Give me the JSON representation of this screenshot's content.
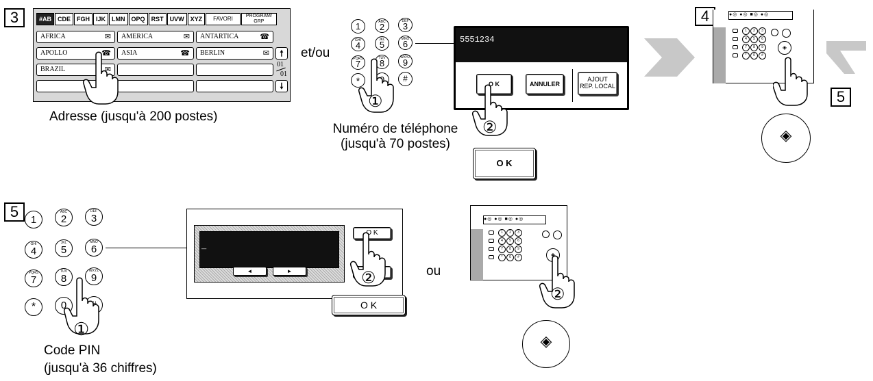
{
  "steps": {
    "s3": "3",
    "s4": "4",
    "s5a": "5",
    "s5b": "5"
  },
  "address_panel": {
    "tabs": [
      "#AB",
      "CDE",
      "FGH",
      "IJK",
      "LMN",
      "OPQ",
      "RST",
      "UVW",
      "XYZ",
      "FAVORI",
      "PROGRAM/\nGRP"
    ],
    "entries": [
      {
        "label": "AFRICA",
        "icon": "mail-icon"
      },
      {
        "label": "AMERICA",
        "icon": "mail-icon"
      },
      {
        "label": "ANTARTICA",
        "icon": "phone-icon"
      },
      {
        "label": "APOLLO",
        "icon": "phone-icon"
      },
      {
        "label": "ASIA",
        "icon": "phone-icon"
      },
      {
        "label": "BERLIN",
        "icon": "mail-icon"
      },
      {
        "label": "BRAZIL",
        "icon": "mail-icon"
      }
    ],
    "page_current": "01",
    "page_total": "01",
    "caption": "Adresse (jusqu'à 200 postes)"
  },
  "connector": "et/ou",
  "keypad": [
    {
      "num": "1",
      "sub": ""
    },
    {
      "num": "2",
      "sub": "ABC"
    },
    {
      "num": "3",
      "sub": "DEF"
    },
    {
      "num": "4",
      "sub": "GHI"
    },
    {
      "num": "5",
      "sub": "JKL"
    },
    {
      "num": "6",
      "sub": "MNO"
    },
    {
      "num": "7",
      "sub": "PQRS"
    },
    {
      "num": "8",
      "sub": "TUV"
    },
    {
      "num": "9",
      "sub": "WXYZ"
    },
    {
      "num": "*",
      "sub": ""
    },
    {
      "num": "0",
      "sub": ""
    },
    {
      "num": "#",
      "sub": ""
    }
  ],
  "phone_display": {
    "number": "5551234",
    "ok_label": "O K",
    "cancel_label": "ANNULER",
    "add_label_1": "AJOUT",
    "add_label_2": "REP. LOCAL",
    "caption_1": "Numéro de téléphone",
    "caption_2": "(jusqu'à 70 postes)"
  },
  "big_ok_label": "O K",
  "finger_labels": {
    "one": "①",
    "two": "②"
  },
  "start_symbol": "◈",
  "pin": {
    "caption_1": "Code PIN",
    "caption_2": "(jusqu'à 36 chiffres)",
    "ok_label": "O K",
    "cursor": "_",
    "left_arrow": "◄",
    "right_arrow": "►"
  },
  "or_label": "ou",
  "colors": {
    "accent_gray": "#c8c8c8",
    "screen_black": "#111111"
  }
}
